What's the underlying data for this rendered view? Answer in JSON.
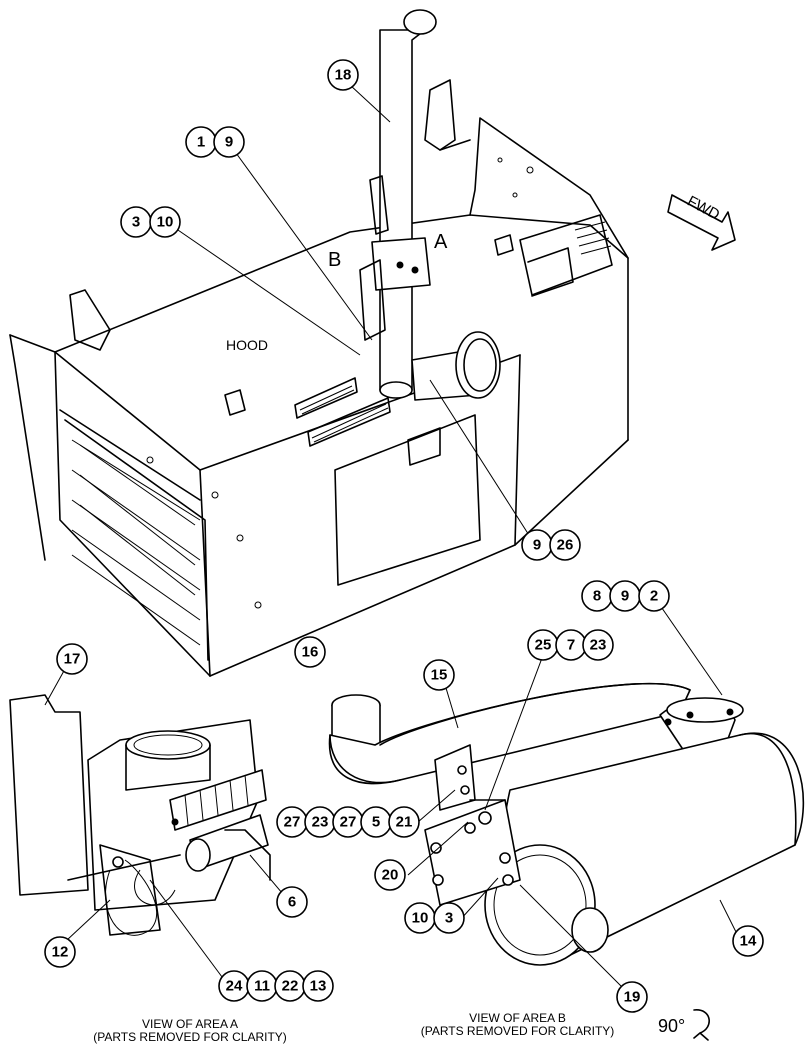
{
  "labels": {
    "hood": "HOOD",
    "fwd": "FWD",
    "area_a": "A",
    "area_b": "B",
    "rotation": "90°"
  },
  "captions": {
    "area_a_title": "VIEW OF AREA A",
    "area_a_note": "(PARTS REMOVED FOR CLARITY)",
    "area_b_title": "VIEW OF AREA B",
    "area_b_note": "(PARTS REMOVED FOR CLARITY)"
  },
  "callouts": {
    "c18": "18",
    "c1": "1",
    "c9a": "9",
    "c3a": "3",
    "c10a": "10",
    "c9b": "9",
    "c26": "26",
    "c8": "8",
    "c9c": "9",
    "c2": "2",
    "c25": "25",
    "c7": "7",
    "c23a": "23",
    "c16": "16",
    "c15": "15",
    "c17": "17",
    "c27": "27",
    "c23b": "23",
    "c27b": "27",
    "c5": "5",
    "c21": "21",
    "c20": "20",
    "c10b": "10",
    "c3b": "3",
    "c6": "6",
    "c12": "12",
    "c24": "24",
    "c11": "11",
    "c22": "22",
    "c13": "13",
    "c19": "19",
    "c14": "14"
  }
}
